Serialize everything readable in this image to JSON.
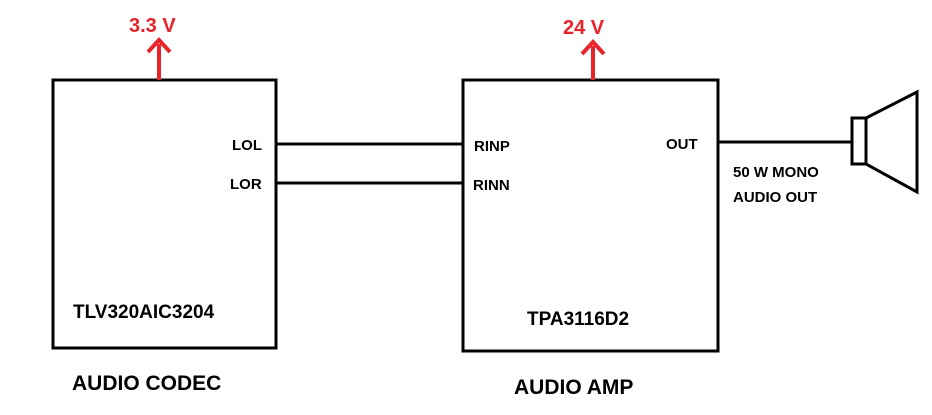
{
  "codec": {
    "part_number": "TLV320AIC3204",
    "block_label": "AUDIO CODEC",
    "supply_voltage": "3.3 V",
    "pins": {
      "left_out": "LOL",
      "right_out": "LOR"
    }
  },
  "amp": {
    "part_number": "TPA3116D2",
    "block_label": "AUDIO AMP",
    "supply_voltage": "24 V",
    "pins": {
      "pos_in": "RINP",
      "neg_in": "RINN",
      "out": "OUT"
    }
  },
  "output": {
    "line1": "50 W MONO",
    "line2": "AUDIO OUT"
  },
  "colors": {
    "supply_arrow": "#e8232a",
    "lines": "#000000"
  }
}
